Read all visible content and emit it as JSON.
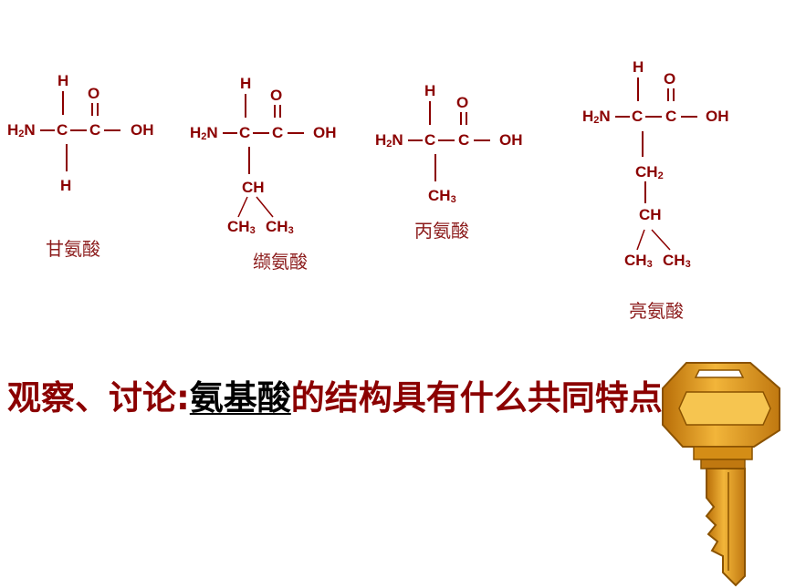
{
  "structures": {
    "glycine": {
      "top_h": "H",
      "o": "O",
      "amino": "H",
      "amino_sub": "2",
      "amino_n": "N",
      "alpha_c": "C",
      "carbonyl_c": "C",
      "oh": "OH",
      "bottom_h": "H",
      "name": "甘氨酸"
    },
    "valine": {
      "top_h": "H",
      "o": "O",
      "amino": "H",
      "amino_sub": "2",
      "amino_n": "N",
      "alpha_c": "C",
      "carbonyl_c": "C",
      "oh": "OH",
      "ch": "CH",
      "ch3_a": "CH",
      "ch3_a_sub": "3",
      "ch3_b": "CH",
      "ch3_b_sub": "3",
      "name": "缬氨酸"
    },
    "alanine": {
      "top_h": "H",
      "o": "O",
      "amino": "H",
      "amino_sub": "2",
      "amino_n": "N",
      "alpha_c": "C",
      "carbonyl_c": "C",
      "oh": "OH",
      "ch3": "CH",
      "ch3_sub": "3",
      "name": "丙氨酸"
    },
    "leucine": {
      "top_h": "H",
      "o": "O",
      "amino": "H",
      "amino_sub": "2",
      "amino_n": "N",
      "alpha_c": "C",
      "carbonyl_c": "C",
      "oh": "OH",
      "ch2": "CH",
      "ch2_sub": "2",
      "ch": "CH",
      "ch3_a": "CH",
      "ch3_a_sub": "3",
      "ch3_b": "CH",
      "ch3_b_sub": "3",
      "name": "亮氨酸"
    }
  },
  "question": {
    "prefix": "观察、讨论:",
    "highlight": "氨基酸",
    "suffix": "的结构具有什么共同特点"
  },
  "colors": {
    "text": "#8b0000",
    "highlight": "#000000",
    "key_gold": "#e0a21a"
  },
  "icons": {
    "key": "key-icon"
  }
}
